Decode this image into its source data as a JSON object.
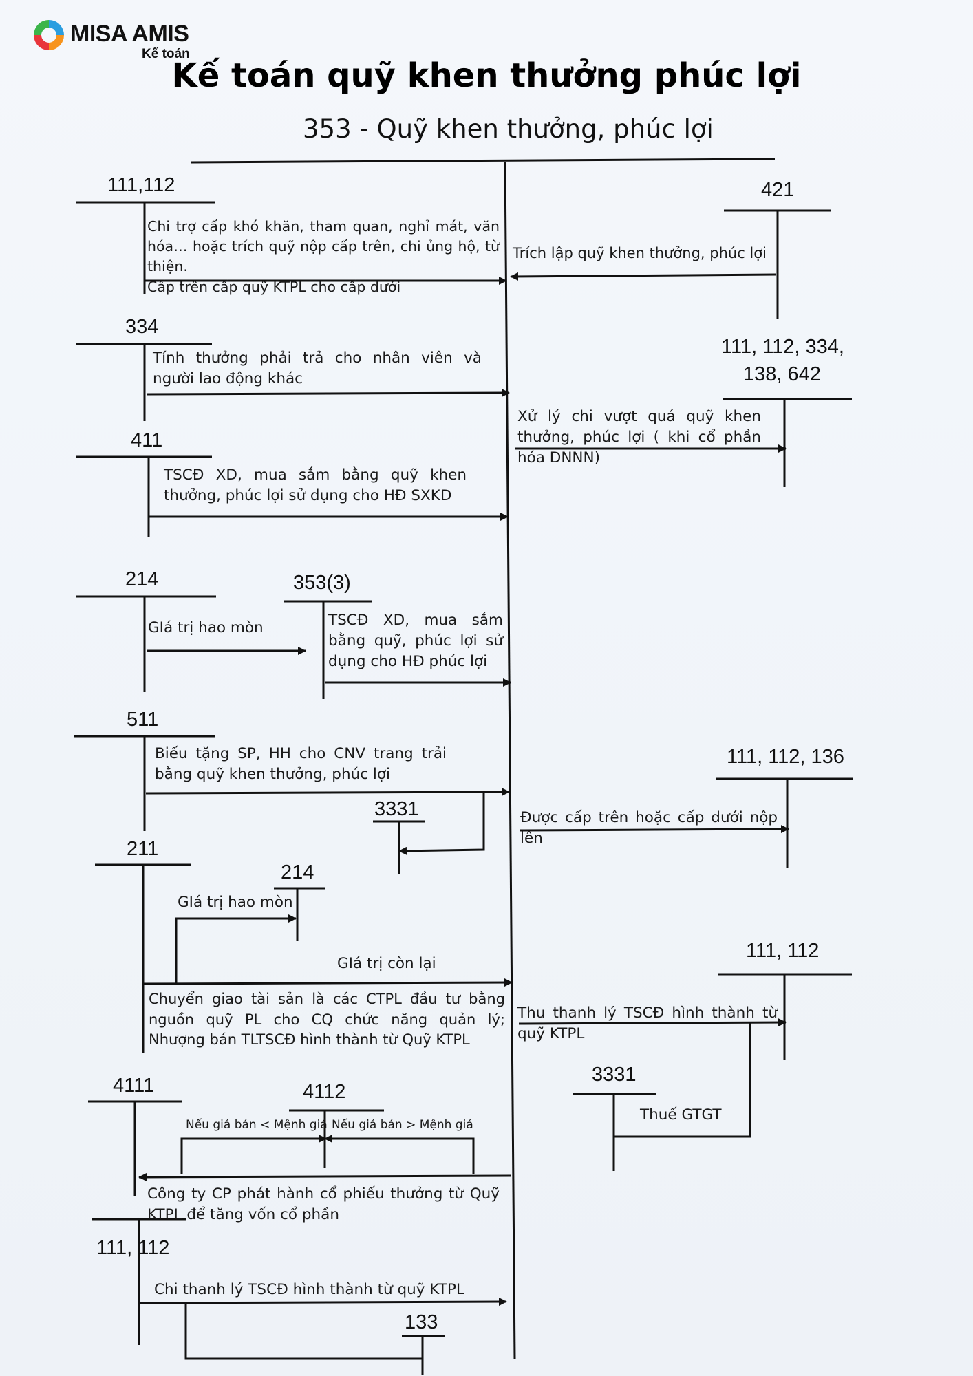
{
  "logo": {
    "brand": "MISA AMIS",
    "sub": "Kế toán"
  },
  "title": "Kế toán quỹ khen thưởng phúc lợi",
  "subtitle": "353 - Quỹ khen thưởng, phúc lợi",
  "accounts": {
    "a111_112_top": "111,112",
    "a421": "421",
    "a334": "334",
    "a111_112_334_l1": "111, 112, 334,",
    "a111_112_334_l2": "138, 642",
    "a411": "411",
    "a214_a": "214",
    "a353_3": "353(3)",
    "a511": "511",
    "a111_112_136": "111, 112, 136",
    "a3331_a": "3331",
    "a211": "211",
    "a214_b": "214",
    "a111_112_mid": "111, 112",
    "a3331_b": "3331",
    "a4111": "4111",
    "a4112": "4112",
    "a111_112_bot": "111, 112",
    "a133": "133"
  },
  "entries": {
    "e1": "Chi trợ cấp khó khăn, tham quan, nghỉ mát, văn hóa… hoặc trích quỹ nộp cấp trên, chi ủng hộ, từ thiện.",
    "e1b": "Cấp trên cấp quỹ KTPL cho cấp dưới",
    "e2": "Trích lập quỹ khen thưởng, phúc lợi",
    "e3": "Tính thưởng phải trả cho nhân viên và người lao động khác",
    "e4": "Xử lý chi vượt quá quỹ khen thưởng, phúc lợi ( khi cổ phần hóa DNNN)",
    "e5": "TSCĐ XD, mua sắm bằng quỹ khen thưởng, phúc lợi sử dụng cho HĐ SXKD",
    "e6": "GIá trị hao mòn",
    "e7": "TSCĐ XD, mua sắm bằng quỹ, phúc lợi sử dụng cho HĐ phúc lợi",
    "e8": "Biếu tặng SP, HH cho CNV trang trải bằng quỹ khen thưởng, phúc lợi",
    "e9": "Được cấp trên hoặc cấp dưới nộp lên",
    "e10": "GIá trị hao mòn",
    "e11": "GIá trị còn lại",
    "e12": "Chuyển giao tài sản là các CTPL đầu tư bằng nguồn quỹ PL cho CQ chức năng quản lý; Nhượng bán TLTSCĐ hình thành từ Quỹ KTPL",
    "e13": "Thu thanh lý TSCĐ hình thành từ quỹ KTPL",
    "e14": "Thuế GTGT",
    "e15a": "Nếu giá bán < Mệnh giá",
    "e15b": "Nếu giá bán > Mệnh giá",
    "e16": "Công ty CP phát hành cổ phiếu thưởng từ Quỹ KTPL để tăng vốn cổ phần",
    "e17": "Chi thanh lý TSCĐ hình thành từ quỹ KTPL"
  }
}
